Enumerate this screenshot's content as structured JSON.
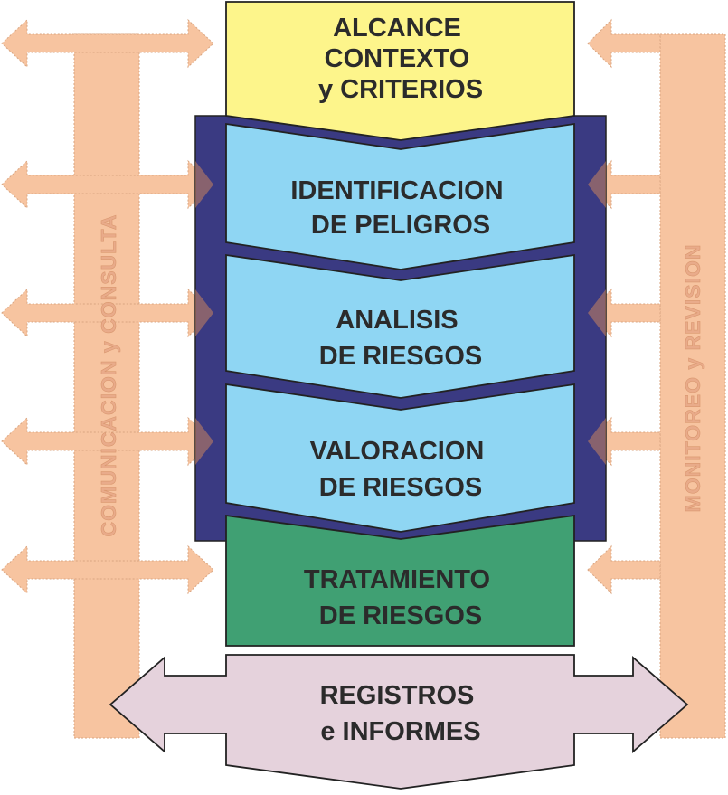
{
  "colors": {
    "side_frame": "#f7c4a0",
    "side_text": "#e9ab8a",
    "alcance": "#fdf58b",
    "process_bg": "#3a3a82",
    "process_step": "#8fd6f3",
    "tratamiento": "#40a073",
    "registros": "#e5d2dc",
    "outline": "#222222",
    "label_text": "#2b2b2b"
  },
  "side_left": {
    "label": "COMUNICACION y CONSULTA"
  },
  "side_right": {
    "label": "MONITOREO y REVISION"
  },
  "steps": {
    "alcance": {
      "lines": [
        "ALCANCE",
        "CONTEXTO",
        "y CRITERIOS"
      ]
    },
    "identificacion": {
      "lines": [
        "IDENTIFICACION",
        "DE PELIGROS"
      ]
    },
    "analisis": {
      "lines": [
        "ANALISIS",
        "DE RIESGOS"
      ]
    },
    "valoracion": {
      "lines": [
        "VALORACION",
        "DE RIESGOS"
      ]
    },
    "tratamiento": {
      "lines": [
        "TRATAMIENTO",
        "DE RIESGOS"
      ]
    },
    "registros": {
      "lines": [
        "REGISTROS",
        "e INFORMES"
      ]
    }
  }
}
